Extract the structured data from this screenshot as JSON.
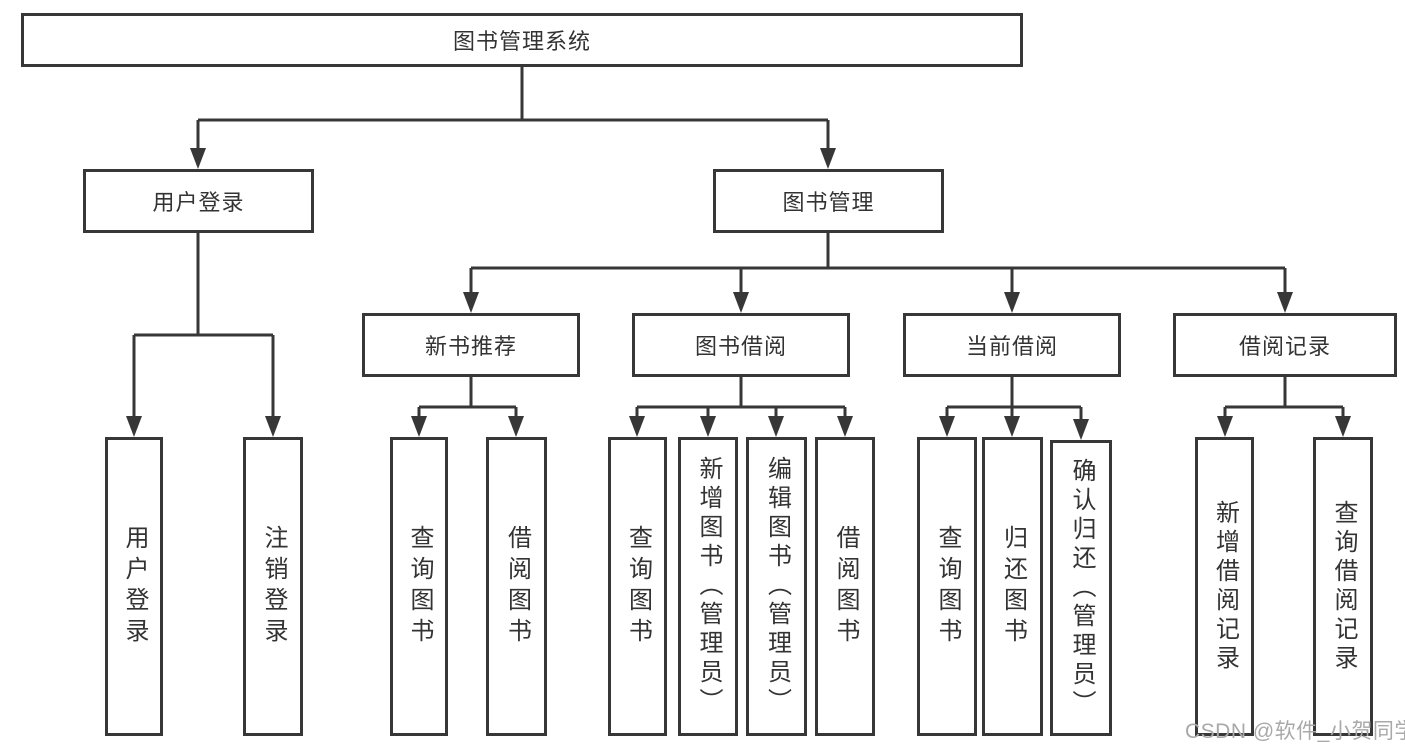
{
  "diagram": {
    "root": {
      "label": "图书管理系统"
    },
    "level2": [
      {
        "label": "用户登录"
      },
      {
        "label": "图书管理"
      }
    ],
    "level3": [
      {
        "label": "新书推荐"
      },
      {
        "label": "图书借阅"
      },
      {
        "label": "当前借阅"
      },
      {
        "label": "借阅记录"
      }
    ],
    "leaves": {
      "user_login": [
        {
          "label": "用户登录"
        },
        {
          "label": "注销登录"
        }
      ],
      "new_book": [
        {
          "label": "查询图书"
        },
        {
          "label": "借阅图书"
        }
      ],
      "book_borrow": [
        {
          "label": "查询图书"
        },
        {
          "label": "新增图书（管理员）"
        },
        {
          "label": "编辑图书（管理员）"
        },
        {
          "label": "借阅图书"
        }
      ],
      "current_borrow": [
        {
          "label": "查询图书"
        },
        {
          "label": "归还图书"
        },
        {
          "label": "确认归还（管理员）"
        }
      ],
      "borrow_records": [
        {
          "label": "新增借阅记录"
        },
        {
          "label": "查询借阅记录"
        }
      ]
    }
  },
  "watermark": {
    "text": "CSDN @软件_小贺同学"
  },
  "colors": {
    "line": "#373737",
    "text": "#333333",
    "background": "#ffffff",
    "watermark": "#a9a9a9"
  }
}
